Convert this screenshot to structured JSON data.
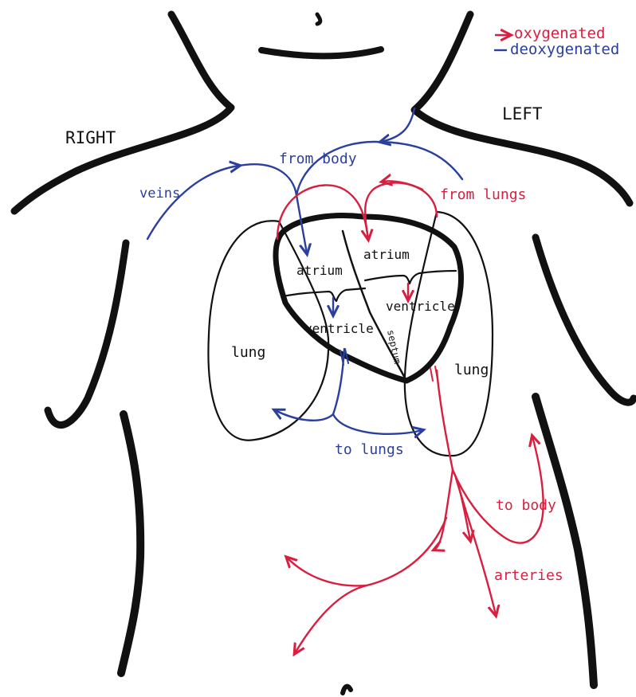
{
  "legend": {
    "oxygenated": "oxygenated",
    "deoxygenated": "deoxygenated"
  },
  "orientation": {
    "right": "RIGHT",
    "left": "LEFT"
  },
  "heart": {
    "right_atrium": "atrium",
    "left_atrium": "atrium",
    "right_ventricle": "ventricle",
    "left_ventricle": "ventricle",
    "septum": "septum"
  },
  "lungs": {
    "right": "lung",
    "left": "lung"
  },
  "flow_labels": {
    "from_body": "from body",
    "veins": "veins",
    "from_lungs": "from lungs",
    "to_lungs": "to lungs",
    "to_body": "to body",
    "arteries": "arteries"
  },
  "colors": {
    "oxygenated": "#d81f3f",
    "deoxygenated": "#2a3f9e",
    "outline": "#111111"
  }
}
